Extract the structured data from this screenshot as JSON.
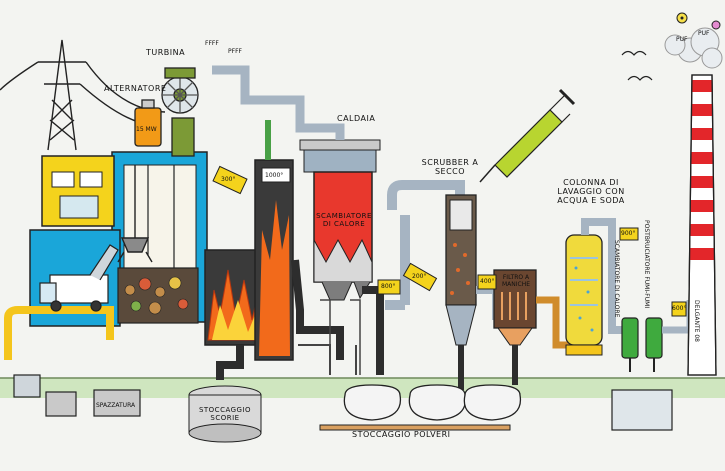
{
  "labels": {
    "turbine": "TURBINA",
    "alternator": "ALTERNATORE",
    "steam_puff_1": "FFFF",
    "steam_puff_2": "PFFF",
    "power": "15 MW",
    "boiler": "CALDAIA",
    "furnace_temp": "1000°",
    "heat_exchanger": "SCAMBIATORE DI CALORE",
    "dry_scrubber": "SCRUBBER A SECCO",
    "wash_column": "COLONNA DI LAVAGGIO CON ACQUA E SODA",
    "bag_filter": "FILTRO A MANICHE",
    "heat_exchanger_small": "SCAMBIATORE DI CALORE",
    "post_combustor": "POSTBRUCIATORE FUMI-FUMI",
    "slag_storage": "STOCCAGGIO SCORIE",
    "dust_storage": "STOCCAGGIO POLVERI",
    "tag_800": "800°",
    "tag_300": "300°",
    "tag_200": "200°",
    "tag_400": "400°",
    "tag_900": "900°",
    "tag_600": "600°",
    "chimney_puff_1": "PUF",
    "chimney_puff_2": "PUF",
    "signature": "DELGANTE 08",
    "truck_sign": "SPAZZATURA"
  },
  "colors": {
    "furnace_fire": "#f26a1b",
    "boiler_red": "#e8382d",
    "pipe_blue": "#2aa9d8",
    "pipe_grey": "#a6b4c2",
    "chimney_red": "#e3262a",
    "ground_green": "#cfe6bf",
    "building_yellow": "#f4d31c",
    "column_yellow": "#f0da3c",
    "filter_green": "#3faa3e"
  },
  "icons": [
    "power-pylon-icon",
    "turbine-icon",
    "generator-icon",
    "crane-claw-icon",
    "garbage-truck-icon",
    "syringe-icon",
    "chimney-icon",
    "flower-icon",
    "bird-icon",
    "bin-icon"
  ]
}
